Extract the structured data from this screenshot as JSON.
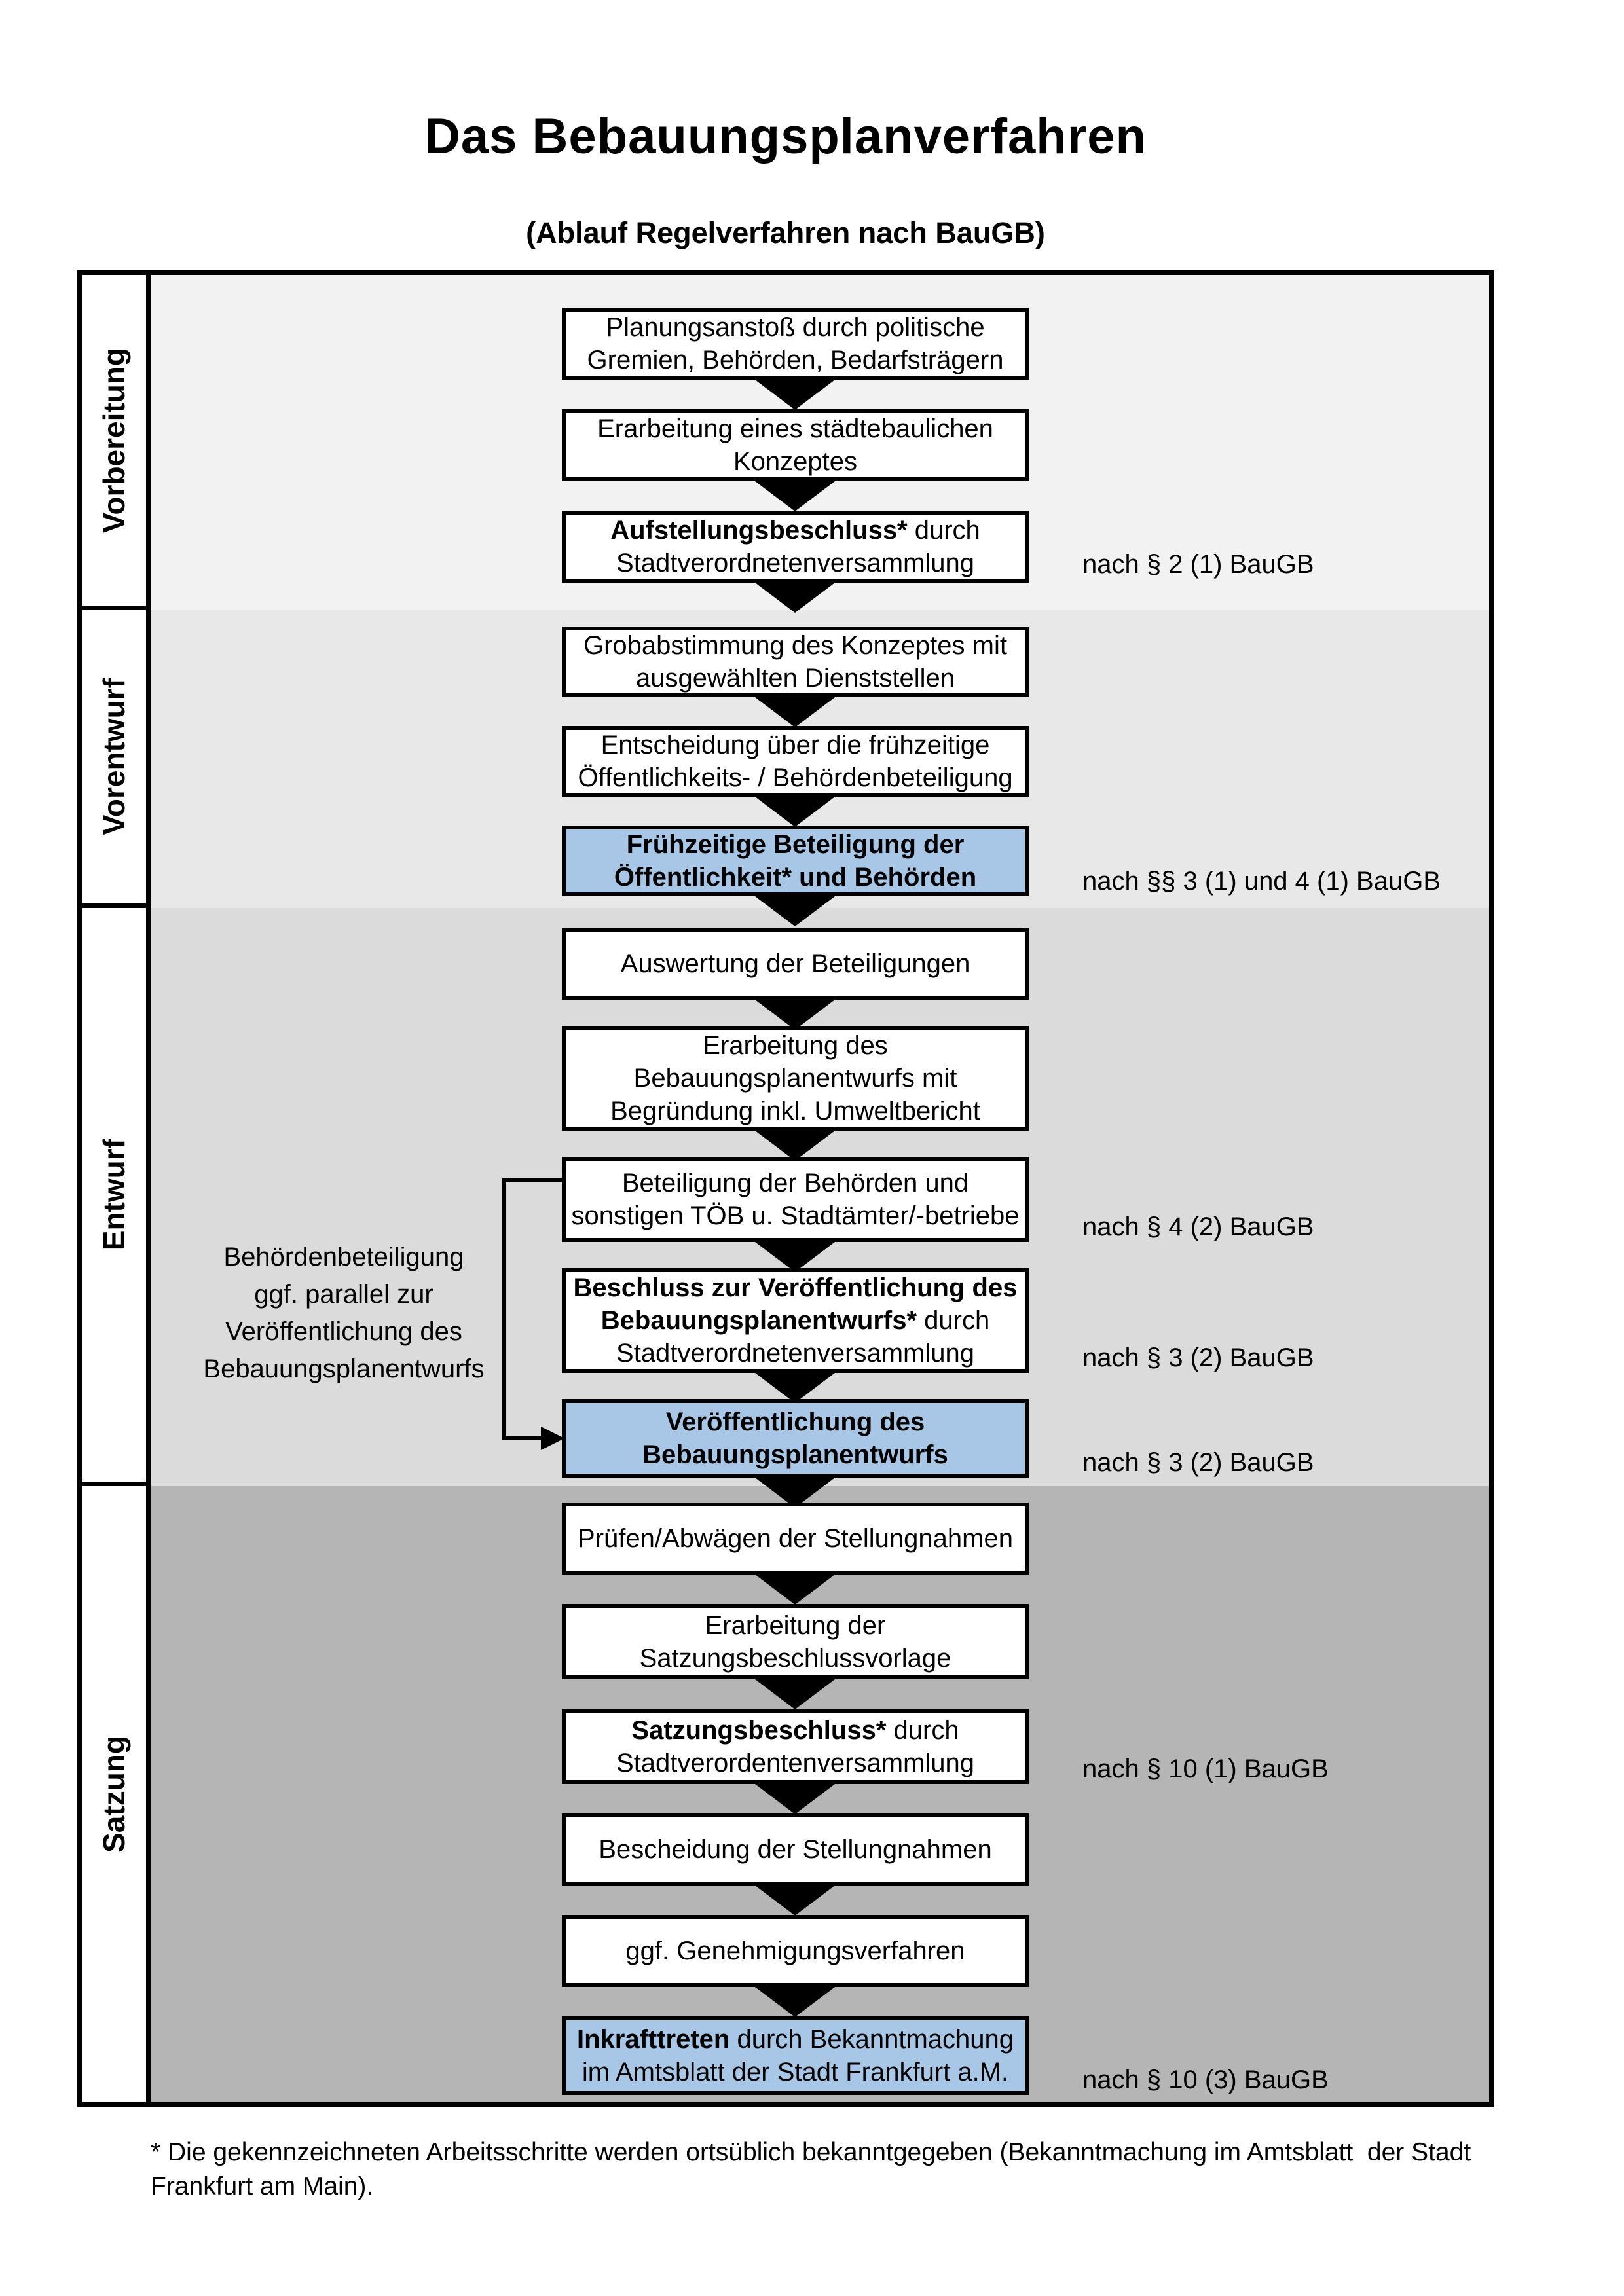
{
  "title": "Das Bebauungsplanverfahren",
  "subtitle": "(Ablauf Regelverfahren nach BauGB)",
  "colors": {
    "highlight_blue": "#a8c7e6",
    "phase_backgrounds": [
      "#f2f2f2",
      "#e8e8e8",
      "#dbdbdb",
      "#b5b5b5"
    ],
    "box_border": "#000000"
  },
  "phases": [
    {
      "label": "Vorbereitung"
    },
    {
      "label": "Vorentwurf"
    },
    {
      "label": "Entwurf"
    },
    {
      "label": "Satzung"
    }
  ],
  "steps": {
    "s1": {
      "runs": [
        {
          "b": false,
          "t": "Planungsanstoß durch politische\nGremien, Behörden, Bedarfsträgern"
        }
      ]
    },
    "s2": {
      "runs": [
        {
          "b": false,
          "t": "Erarbeitung eines städtebaulichen\nKonzeptes"
        }
      ]
    },
    "s3": {
      "runs": [
        {
          "b": true,
          "t": "Aufstellungsbeschluss*"
        },
        {
          "b": false,
          "t": " durch\nStadtverordnetenversammlung"
        }
      ],
      "law": "nach § 2 (1) BauGB"
    },
    "s4": {
      "runs": [
        {
          "b": false,
          "t": "Grobabstimmung des Konzeptes mit\nausgewählten Dienststellen"
        }
      ]
    },
    "s5": {
      "runs": [
        {
          "b": false,
          "t": "Entscheidung über die frühzeitige\nÖffentlichkeits- / Behördenbeteiligung"
        }
      ]
    },
    "s6": {
      "runs": [
        {
          "b": true,
          "t": "Frühzeitige Beteiligung der\nÖffentlichkeit* und Behörden"
        }
      ],
      "law": "nach §§ 3 (1) und 4 (1) BauGB"
    },
    "s7": {
      "runs": [
        {
          "b": false,
          "t": "Auswertung der Beteiligungen"
        }
      ]
    },
    "s8": {
      "runs": [
        {
          "b": false,
          "t": "Erarbeitung des\nBebauungsplanentwurfs mit\nBegründung inkl. Umweltbericht"
        }
      ]
    },
    "s9": {
      "runs": [
        {
          "b": false,
          "t": "Beteiligung der Behörden und\nsonstigen TÖB u. Stadtämter/-betriebe"
        }
      ],
      "law": "nach § 4 (2) BauGB"
    },
    "s10": {
      "runs": [
        {
          "b": true,
          "t": "Beschluss zur Veröffentlichung des\nBebauungsplanentwurfs*"
        },
        {
          "b": false,
          "t": " durch\nStadtverordnetenversammlung"
        }
      ],
      "law": "nach § 3 (2) BauGB"
    },
    "s11": {
      "runs": [
        {
          "b": true,
          "t": "Veröffentlichung des\nBebauungsplanentwurfs"
        }
      ],
      "law": "nach § 3 (2) BauGB"
    },
    "s12": {
      "runs": [
        {
          "b": false,
          "t": "Prüfen/Abwägen der Stellungnahmen"
        }
      ]
    },
    "s13": {
      "runs": [
        {
          "b": false,
          "t": "Erarbeitung der\nSatzungsbeschlussvorlage"
        }
      ]
    },
    "s14": {
      "runs": [
        {
          "b": true,
          "t": "Satzungsbeschluss*"
        },
        {
          "b": false,
          "t": " durch\nStadtverordentenversammlung"
        }
      ],
      "law": "nach § 10 (1) BauGB"
    },
    "s15": {
      "runs": [
        {
          "b": false,
          "t": "Bescheidung der Stellungnahmen"
        }
      ]
    },
    "s16": {
      "runs": [
        {
          "b": false,
          "t": "ggf. Genehmigungsverfahren"
        }
      ]
    },
    "s17": {
      "runs": [
        {
          "b": true,
          "t": "Inkrafttreten"
        },
        {
          "b": false,
          "t": " durch Bekanntmachung\nim Amtsblatt der Stadt Frankfurt a.M."
        }
      ],
      "law": "nach § 10 (3) BauGB"
    }
  },
  "side_note": "Behördenbeteiligung\nggf. parallel zur\nVeröffentlichung des\nBebauungsplanentwurfs",
  "footnote": "* Die gekennzeichneten Arbeitsschritte werden ortsüblich bekanntgegeben (Bekanntmachung im Amtsblatt  der Stadt\nFrankfurt am Main)."
}
